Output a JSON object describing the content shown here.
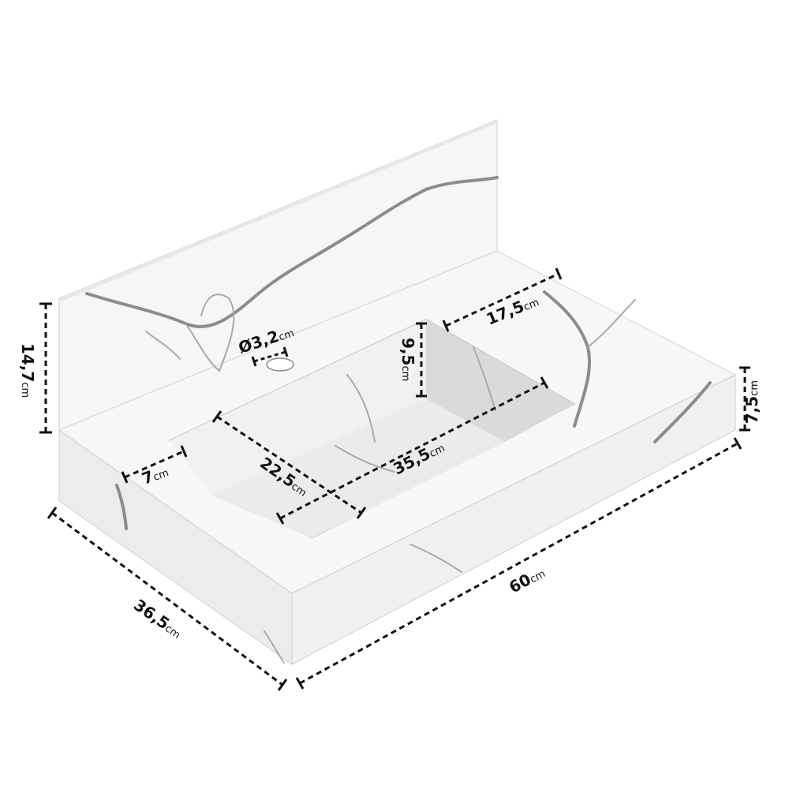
{
  "diagram": {
    "dimensions": {
      "backsplash_height": {
        "value": "14,7",
        "unit": "cm"
      },
      "drain_diameter": {
        "value": "Ø3,2",
        "unit": "cm"
      },
      "basin_depth": {
        "value": "9,5",
        "unit": "cm"
      },
      "right_ledge": {
        "value": "17,5",
        "unit": "cm"
      },
      "thickness": {
        "value": "7,5",
        "unit": "cm"
      },
      "front_ledge": {
        "value": "7",
        "unit": "cm"
      },
      "basin_width": {
        "value": "22,5",
        "unit": "cm"
      },
      "basin_length": {
        "value": "35,5",
        "unit": "cm"
      },
      "total_width": {
        "value": "60",
        "unit": "cm"
      },
      "total_depth": {
        "value": "36,5",
        "unit": "cm"
      }
    },
    "colors": {
      "marble": "#f3f3f3",
      "vein": "#8c8c8c",
      "dimension_line": "#111111"
    }
  }
}
